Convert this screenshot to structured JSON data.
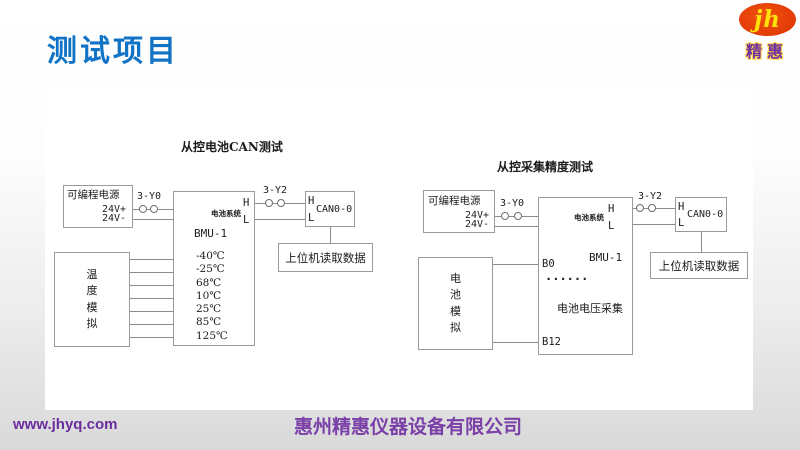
{
  "slide": {
    "title": "测试项目"
  },
  "logo": {
    "monogram": "jh",
    "brand": "精惠"
  },
  "colors": {
    "title_blue": "#1173c5",
    "logo_orange": "#e23a06",
    "logo_yellow": "#ffe10a",
    "brand_purple": "#7030a0",
    "footer_purple": "#7b3fa8"
  },
  "diagrams": [
    {
      "title": "从控电池CAN测试",
      "power": {
        "label": "可编程电源",
        "plus": "24V+",
        "minus": "24V-"
      },
      "switch_in": "3-Y0",
      "switch_out": "3-Y2",
      "bmu": {
        "system": "电池系统",
        "h": "H",
        "l": "L",
        "name": "BMU-1",
        "temps": [
          "-40℃",
          "-25℃",
          "68℃",
          "10℃",
          "25℃",
          "85℃",
          "125℃"
        ]
      },
      "can": {
        "h": "H",
        "l": "L",
        "label": "CAN0-0"
      },
      "host": "上位机读取数据",
      "sim": "温度模拟"
    },
    {
      "title": "从控采集精度测试",
      "power": {
        "label": "可编程电源",
        "plus": "24V+",
        "minus": "24V-"
      },
      "switch_in": "3-Y0",
      "switch_out": "3-Y2",
      "bmu": {
        "system": "电池系统",
        "h": "H",
        "l": "L",
        "name": "BMU-1",
        "b_first": "B0",
        "dots": "......",
        "center": "电池电压采集",
        "b_last": "B12"
      },
      "can": {
        "h": "H",
        "l": "L",
        "label": "CAN0-0"
      },
      "host": "上位机读取数据",
      "sim": "电池模拟"
    }
  ],
  "footer": {
    "website": "www.jhyq.com",
    "company": "惠州精惠仪器设备有限公司"
  }
}
